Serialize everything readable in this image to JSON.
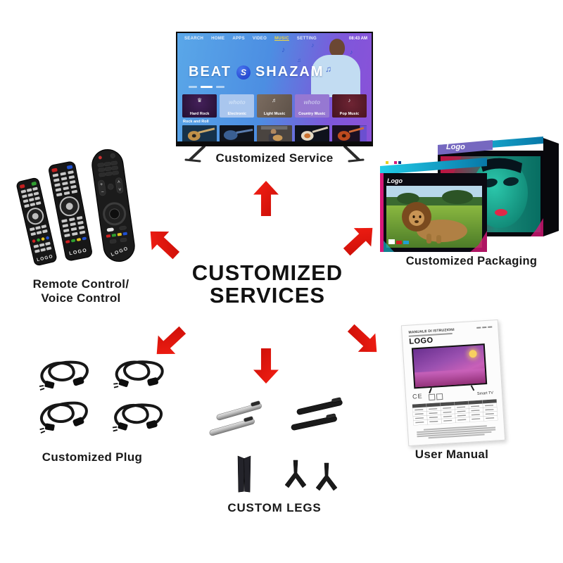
{
  "colors": {
    "arrow_red": "#e8120c",
    "arrow_red_dark": "#c40d06",
    "label_text": "#191919",
    "tv_screen_blue": "#4f9ae4",
    "tv_screen_purple": "#8a50d8",
    "box_cyan": "#18b8d8",
    "box_magenta": "#d81878"
  },
  "center_title": {
    "line1": "CUSTOMIZED",
    "line2": "SERVICES"
  },
  "tv": {
    "label": "Customized Service",
    "menu": [
      "SEARCH",
      "HOME",
      "APPS",
      "VIDEO",
      "MUSIC",
      "SETTING"
    ],
    "active_menu": "MUSIC",
    "clock": "08:43 AM",
    "show_title_left": "BEAT",
    "show_title_right": "SHAZAM",
    "shazam_s": "S",
    "tiles": [
      {
        "label": "Hard Rock"
      },
      {
        "label": "Electronic",
        "watermark": "whoto"
      },
      {
        "label": "Light Music"
      },
      {
        "label": "Country Music",
        "watermark": "whoto"
      },
      {
        "label": "Pop Music"
      }
    ],
    "row_title": "Rock and Roll"
  },
  "remotes": {
    "label_line1": "Remote Control/",
    "label_line2": "Voice Control",
    "logo": "LOGO"
  },
  "packaging": {
    "label": "Customized Packaging",
    "logo": "Logo"
  },
  "manual": {
    "label": "User Manual",
    "header": "MANUALE DI ISTRUZIONI",
    "logo": "LOGO",
    "product": "Smart TV",
    "ce_mark": "CE"
  },
  "plug": {
    "label": "Customized Plug"
  },
  "legs": {
    "label": "CUSTOM LEGS"
  }
}
